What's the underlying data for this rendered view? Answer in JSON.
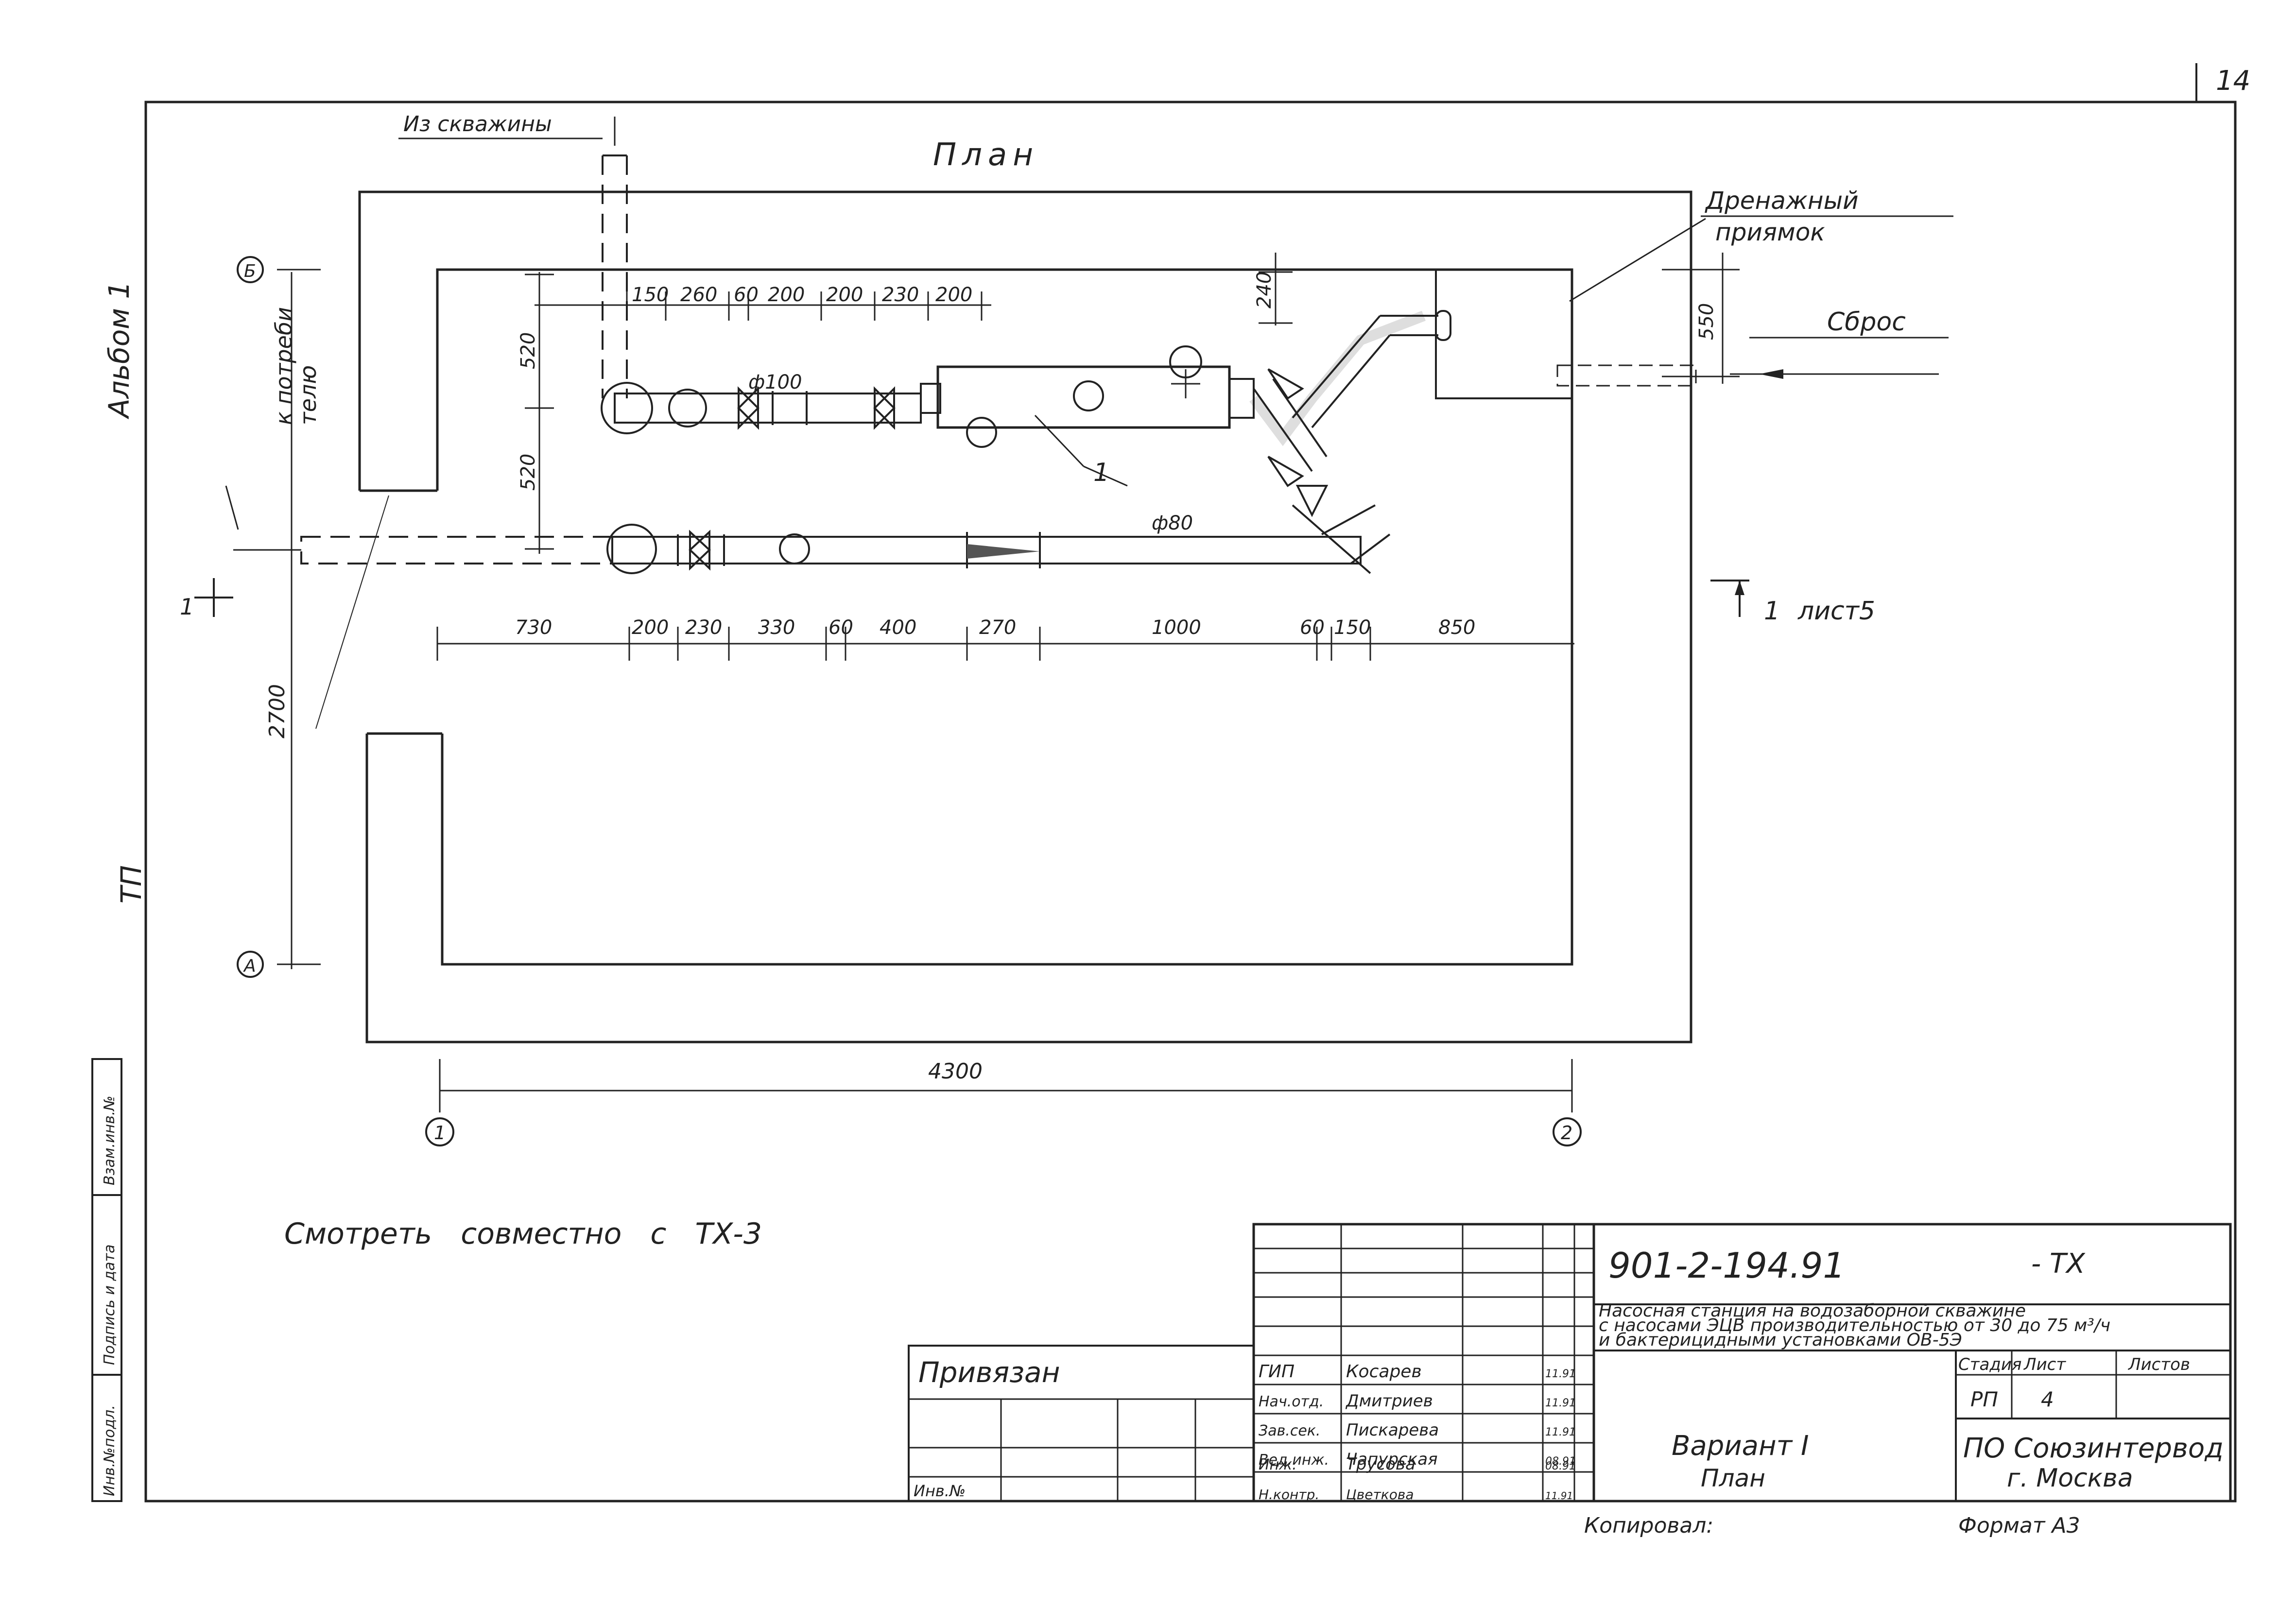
{
  "sheet_number": "14",
  "title": "План",
  "labels": {
    "from_well": "Из скважины",
    "to_consumer_line1": "к потреби",
    "to_consumer_line2": "телю",
    "drain_pit_line1": "Дренажный",
    "drain_pit_line2": "приямок",
    "discharge": "Сброс",
    "diameter_100": "ф100",
    "diameter_80": "ф80",
    "item_1": "1",
    "section_left": "1",
    "section_right": "1",
    "section_right_sheet": "лист5",
    "album": "Альбом 1",
    "tp": "ТП",
    "axis_b": "Б",
    "axis_a": "А",
    "axis_1": "1",
    "axis_2": "2",
    "see_together": "Смотреть совместно с ТХ-3"
  },
  "dimensions": {
    "top_chain": [
      "150",
      "260",
      "60",
      "200",
      "200",
      "230",
      "200"
    ],
    "bottom_chain": [
      "730",
      "200",
      "230",
      "330",
      "60",
      "400",
      "270",
      "1000",
      "60",
      "150",
      "850"
    ],
    "left_upper": "520",
    "left_lower": "520",
    "overall_height": "2700",
    "overall_width": "4300",
    "offset_240": "240",
    "offset_550": "550"
  },
  "left_strip": [
    "Инв.№подл.",
    "Подпись и дата",
    "Взам.инв.№"
  ],
  "title_block": {
    "doc_code": "901-2-194.91",
    "doc_suffix": "- ТХ",
    "description_line1": "Насосная станция на водозаборной скважине",
    "description_line2": "с насосами ЭЦВ производительностью от 30 до 75 м³/ч",
    "description_line3": "и бактерицидными установками ОВ-5Э",
    "stage_header": "Стадия",
    "sheet_header": "Лист",
    "sheets_header": "Листов",
    "stage": "РП",
    "sheet": "4",
    "variant_line1": "Вариант I",
    "variant_line2": "План",
    "org_line1": "ПО Союзинтервод",
    "org_line2": "г. Москва",
    "linked": "Привязан",
    "inv_no": "Инв.№",
    "roles": [
      "ГИП",
      "Нач.отд.",
      "Зав.сек.",
      "Вед.инж.",
      "Инж.",
      "Н.контр."
    ],
    "names": [
      "Косарев",
      "Дмитриев",
      "Пискарева",
      "Чапурская",
      "Трусова",
      "Цветкова"
    ],
    "dates": [
      "11.91",
      "11.91",
      "11.91",
      "08.91",
      "08.91",
      "11.91"
    ]
  },
  "footer": {
    "copied": "Копировал:",
    "format": "Формат А3"
  }
}
